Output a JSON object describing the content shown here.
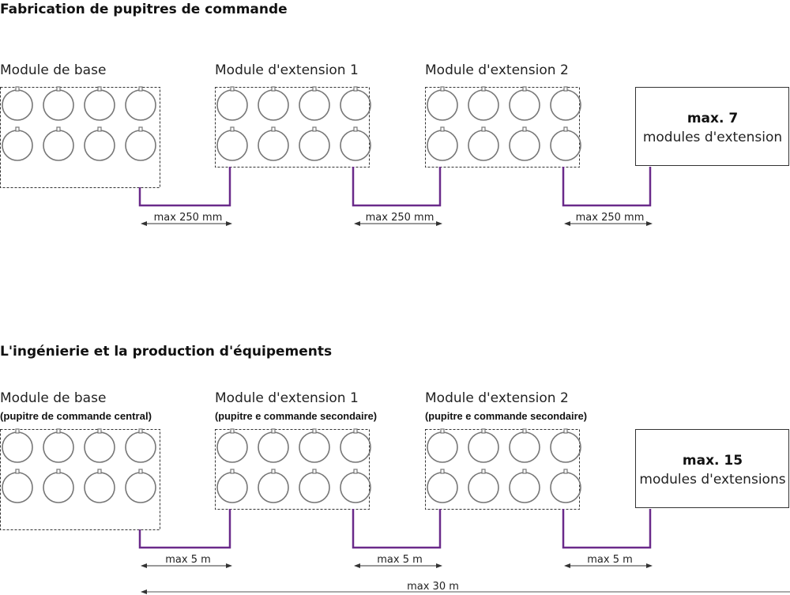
{
  "sections": [
    {
      "title": "Fabrication de pupitres de commande",
      "modules": [
        {
          "label": "Module de base",
          "sublabel": ""
        },
        {
          "label": "Module d'extension 1",
          "sublabel": ""
        },
        {
          "label": "Module d'extension 2",
          "sublabel": ""
        }
      ],
      "max_box": {
        "count": "max. 7",
        "text": "modules d'extension"
      },
      "distances": [
        "max 250 mm",
        "max 250 mm",
        "max 250 mm"
      ],
      "total": ""
    },
    {
      "title": "L'ingénierie et la production d'équipements",
      "modules": [
        {
          "label": "Module de base",
          "sublabel": "(pupitre de commande central)"
        },
        {
          "label": "Module d'extension 1",
          "sublabel": "(pupitre e commande secondaire)"
        },
        {
          "label": "Module d'extension 2",
          "sublabel": "(pupitre e commande secondaire)"
        }
      ],
      "max_box": {
        "count": "max. 15",
        "text": "modules d'extensions"
      },
      "distances": [
        "max 5 m",
        "max 5 m",
        "max 5 m"
      ],
      "total": "max 30 m"
    }
  ],
  "colors": {
    "connector": "#6a2a8a",
    "outline": "#777777"
  }
}
